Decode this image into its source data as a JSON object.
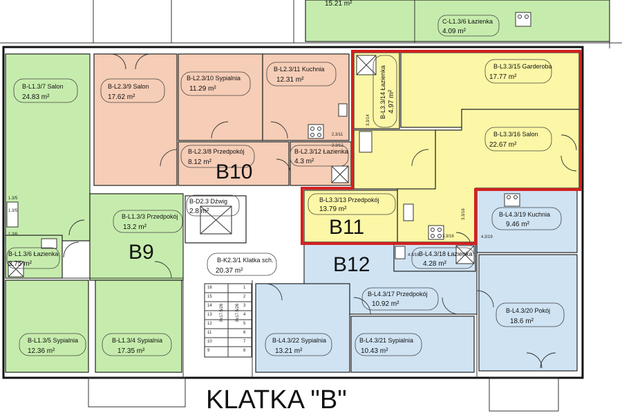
{
  "title": "KLATKA \"B\"",
  "colors": {
    "green": "#c6ecad",
    "salmon": "#f6cdb6",
    "yellow": "#fbf7a6",
    "blue": "#cfe3f3",
    "highlight": "#d42020"
  },
  "units": {
    "b9": "B9",
    "b10": "B10",
    "b11": "B11",
    "b12": "B12"
  },
  "rooms": {
    "r_l137": {
      "name": "B-L1.3/7 Salon",
      "area": "24.83 m²"
    },
    "r_l135": {
      "name": "B-L1.3/5 Sypialnia",
      "area": "12.36 m²"
    },
    "r_l134": {
      "name": "B-L1.3/4 Sypialnia",
      "area": "17.35 m²"
    },
    "r_l133": {
      "name": "B-L1.3/3 Przedpokój",
      "area": "13.2 m²"
    },
    "r_l136": {
      "name": "B-L1.3/6 Łazienka",
      "area": "3.75 m²"
    },
    "r_l239": {
      "name": "B-L2.3/9 Salon",
      "area": "17.62 m²"
    },
    "r_l2310": {
      "name": "B-L2.3/10 Sypialnia",
      "area": "11.29 m²"
    },
    "r_l2311": {
      "name": "B-L2.3/11 Kuchnia",
      "area": "12.31 m²"
    },
    "r_l238": {
      "name": "B-L2.3/8 Przedpokój",
      "area": "8.12 m²"
    },
    "r_l2312": {
      "name": "B-L2.3/12 Łazienka",
      "area": "4.3 m²"
    },
    "r_l3315": {
      "name": "B-L3.3/15 Garderoba",
      "area": "17.77 m²"
    },
    "r_l3316": {
      "name": "B-L3.3/16 Salon",
      "area": "22.67 m²"
    },
    "r_l3314": {
      "name": "B-L3.3/14 Łazienka",
      "area": "4.97 m²"
    },
    "r_l3313": {
      "name": "B-L3.3/13 Przedpokój",
      "area": "13.79 m²"
    },
    "r_l4319": {
      "name": "B-L4.3/19 Kuchnia",
      "area": "9.46 m²"
    },
    "r_l4318": {
      "name": "B-L4.3/18 Łazienka",
      "area": "4.28 m²"
    },
    "r_l4317": {
      "name": "B-L4.3/17 Przedpokój",
      "area": "10.92 m²"
    },
    "r_l4320": {
      "name": "B-L4.3/20 Pokój",
      "area": "18.6 m²"
    },
    "r_l4322": {
      "name": "B-L4.3/22 Sypialnia",
      "area": "13.21 m²"
    },
    "r_l4321": {
      "name": "B-L4.3/21 Sypialnia",
      "area": "10.43 m²"
    },
    "r_k231": {
      "name": "B-K2.3/1 Klatka sch.",
      "area": "20.37 m²"
    },
    "r_d23": {
      "name": "B-D2.3 Dźwig",
      "area": "2.8 m²"
    },
    "r_c136": {
      "name": "C-L1.3/6 Łazienka",
      "area": "4.09 m²"
    },
    "r_top": {
      "name": "",
      "area": "15.21 m²"
    }
  },
  "stairs": {
    "left_numbers": [
      "16",
      "15",
      "14",
      "13",
      "12",
      "11",
      "10",
      "9"
    ],
    "right_numbers": [
      "1",
      "2",
      "3",
      "4",
      "5",
      "6",
      "7",
      "8"
    ],
    "rot_left": "8x17.5/26",
    "rot_right": "8x17.5/26"
  },
  "marks": {
    "m1": "2.3/11",
    "m2": "2.3/12",
    "m3": "3.3/14",
    "m4": "3.3/16",
    "m5": "3.3/16",
    "m6": "4.3/19",
    "m7": "4.3/18",
    "m8": "1.3/5",
    "m9": "1.3/5",
    "m10": "1.3/6"
  },
  "icons": {
    "fixture": "bathroom-fixture-icon",
    "stove": "stove-icon",
    "shower": "shower-icon"
  }
}
